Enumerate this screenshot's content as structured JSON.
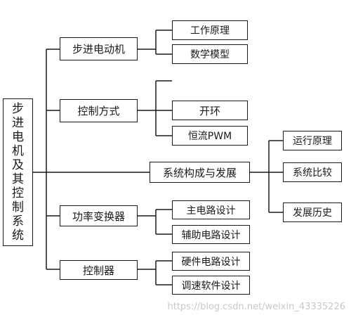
{
  "root": {
    "label": "步进电机及其控制系统"
  },
  "branches": [
    {
      "label": "步进电动机",
      "children": [
        "工作原理",
        "数学模型"
      ]
    },
    {
      "label": "控制方式",
      "children": [
        "",
        "开环",
        "恒流PWM"
      ]
    },
    {
      "label": "系统构成与发展",
      "children": [
        "运行原理",
        "系统比较",
        "发展历史"
      ]
    },
    {
      "label": "功率变换器",
      "children": [
        "主电路设计",
        "辅助电路设计"
      ]
    },
    {
      "label": "控制器",
      "children": [
        "硬件电路设计",
        "调速软件设计"
      ]
    }
  ],
  "watermark": "https://blog.csdn.net/weixin_43335226"
}
